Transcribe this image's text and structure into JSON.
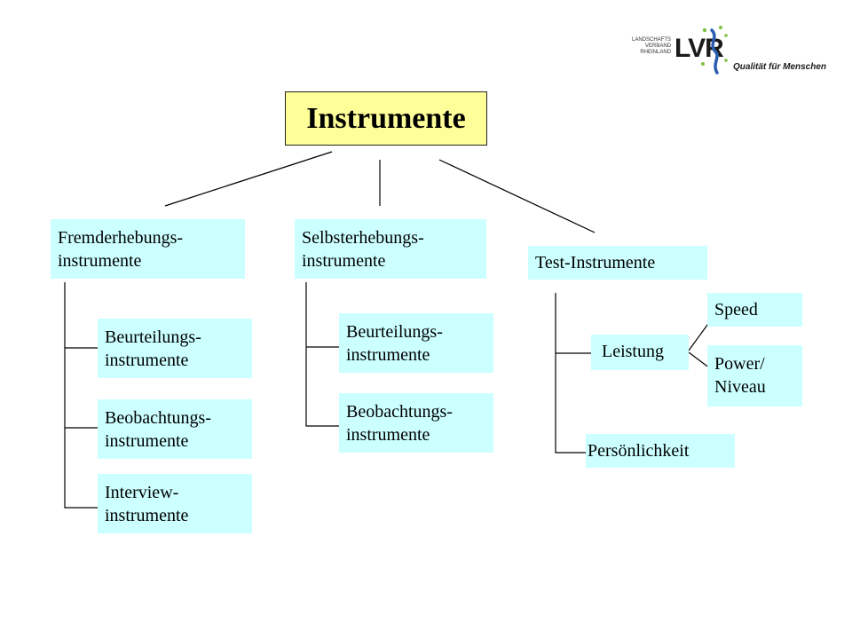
{
  "root": {
    "label": "Instrumente"
  },
  "logo": {
    "org_line1": "LANDSCHAFTS",
    "org_line2": "VERBAND",
    "org_line3": "RHEINLAND",
    "acronym": "LVR",
    "tagline": "Qualität für Menschen",
    "colors": {
      "text": "#1a1a1a",
      "blue": "#2a5db0",
      "green": "#7cc242"
    }
  },
  "categories": [
    {
      "line1": "Fremderhebungs-",
      "line2": "instrumente"
    },
    {
      "line1": "Selbsterhebungs-",
      "line2": "instrumente"
    },
    {
      "line1": "Test-Instrumente"
    }
  ],
  "fremd_children": [
    {
      "line1": "Beurteilungs-",
      "line2": "instrumente"
    },
    {
      "line1": "Beobachtungs-",
      "line2": "instrumente"
    },
    {
      "line1": "Interview-",
      "line2": "instrumente"
    }
  ],
  "selbst_children": [
    {
      "line1": "Beurteilungs-",
      "line2": "instrumente"
    },
    {
      "line1": "Beobachtungs-",
      "line2": "instrumente"
    }
  ],
  "test_children": [
    {
      "label": "Leistung"
    },
    {
      "label": "Persönlichkeit"
    }
  ],
  "leistung_children": [
    {
      "line1": "Speed"
    },
    {
      "line1": "Power/",
      "line2": "Niveau"
    }
  ],
  "colors": {
    "node_fill": "#ccffff",
    "root_fill": "#ffff99",
    "line": "#000000"
  }
}
